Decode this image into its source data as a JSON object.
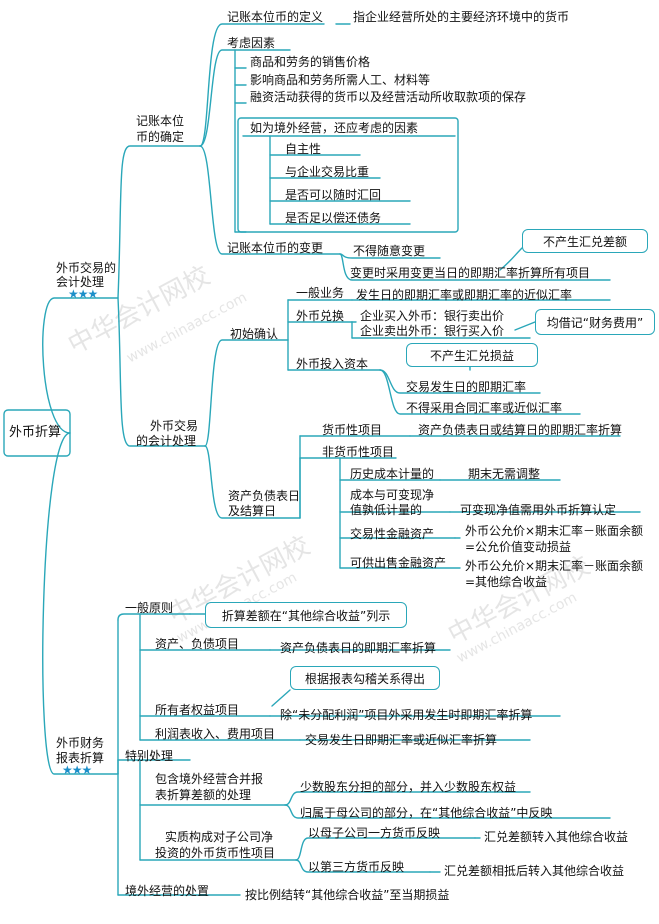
{
  "watermark": {
    "text": "中华会计网校",
    "url": "www.chinaacc.com"
  },
  "root": "外币折算",
  "s1": {
    "title": "外币交易的会计处理",
    "stars": "★★★",
    "a": {
      "title": "记账本位币的确定",
      "def_label": "记账本位币的定义",
      "def_text": "指企业经营所处的主要经济环境中的货币",
      "factors": "考虑因素",
      "f1": "商品和劳务的销售价格",
      "f2": "影响商品和劳务所需人工、材料等",
      "f3": "融资活动获得的货币以及经营活动所收取款项的保存",
      "overseas": "如为境外经营，还应考虑的因素",
      "o1": "自主性",
      "o2": "与企业交易比重",
      "o3": "是否可以随时汇回",
      "o4": "是否足以偿还债务",
      "change": "记账本位币的变更",
      "c1": "不得随意变更",
      "c2": "变更时采用变更当日的即期汇率折算所有项目",
      "c_callout": "不产生汇兑差额"
    },
    "b": {
      "title": "外币交易的会计处理",
      "initial": "初始确认",
      "general": "一般业务",
      "general_text": "发生日的即期汇率或即期汇率的近似汇率",
      "exchange": "外币兑换",
      "ex1": "企业买入外币：银行卖出价",
      "ex2": "企业卖出外币：银行买入价",
      "ex_callout": "均借记“财务费用”",
      "capital": "外币投入资本",
      "cap_callout": "不产生汇兑损益",
      "cap1": "交易发生日的即期汇率",
      "cap2": "不得采用合同汇率或近似汇率",
      "bsdate": "资产负债表日及结算日",
      "monetary": "货币性项目",
      "monetary_text": "资产负债表日或结算日的即期汇率折算",
      "nonmonetary": "非货币性项目",
      "n1": "历史成本计量的",
      "n1_text": "期末无需调整",
      "n2": "成本与可变现净值孰低计量的",
      "n2_text": "可变现净值需用外币折算认定",
      "n3": "交易性金融资产",
      "n3_text1": "外币公允价×期末汇率－账面余额",
      "n3_text2": "=公允价值变动损益",
      "n4": "可供出售金融资产",
      "n4_text1": "外币公允价×期末汇率－账面余额",
      "n4_text2": "=其他综合收益"
    }
  },
  "s2": {
    "title": "外币财务报表折算",
    "stars": "★★★",
    "general": "一般原则",
    "general_callout": "折算差额在“其他综合收益”列示",
    "assets": "资产、负债项目",
    "assets_text": "资产负债表日的即期汇率折算",
    "equity_callout": "根据报表勾稽关系得出",
    "equity": "所有者权益项目",
    "equity_text": "除“未分配利润”项目外采用发生时即期汇率折算",
    "income": "利润表收入、费用项目",
    "income_text": "交易发生日即期汇率或近似汇率折算",
    "special": "特别处理",
    "sp1": "包含境外经营合并报表折算差额的处理",
    "sp1a": "少数股东分担的部分，并入少数股东权益",
    "sp1b": "归属于母公司的部分，在“其他综合收益”中反映",
    "sp2": "实质构成对子公司净投资的外币货币性项目",
    "sp2a": "以母子公司一方货币反映",
    "sp2a_text": "汇兑差额转入其他综合收益",
    "sp2b": "以第三方货币反映",
    "sp2b_text": "汇兑差额相抵后转入其他综合收益",
    "disposal": "境外经营的处置",
    "disposal_text": "按比例结转“其他综合收益”至当期损益"
  }
}
